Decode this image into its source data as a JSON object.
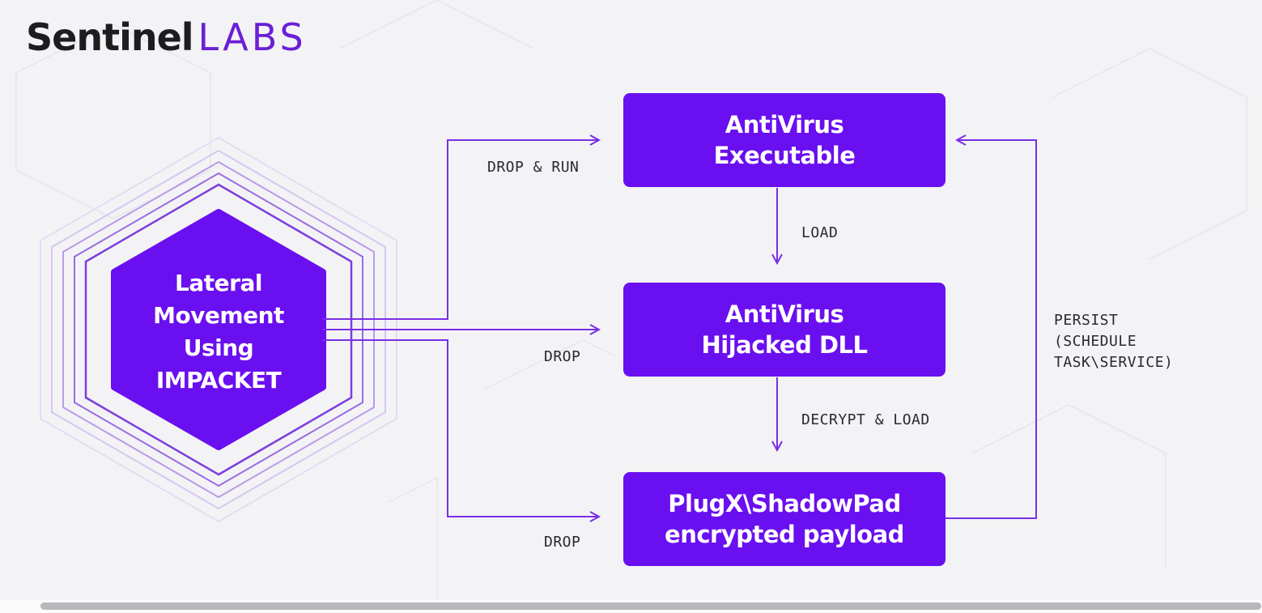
{
  "brand": {
    "part1": "Sentinel",
    "part2": "LABS"
  },
  "hexagon": {
    "lines": [
      "Lateral",
      "Movement",
      "Using",
      "IMPACKET"
    ]
  },
  "boxes": {
    "antivirus_exe": {
      "line1": "AntiVirus",
      "line2": "Executable"
    },
    "hijacked_dll": {
      "line1": "AntiVirus",
      "line2": "Hijacked DLL"
    },
    "payload": {
      "line1": "PlugX\\ShadowPad",
      "line2": "encrypted payload"
    }
  },
  "labels": {
    "drop_run": "DROP & RUN",
    "drop1": "DROP",
    "drop2": "DROP",
    "load": "LOAD",
    "decrypt_load": "DECRYPT & LOAD",
    "persist": [
      "PERSIST",
      "(SCHEDULE",
      "TASK\\SERVICE)"
    ]
  },
  "colors": {
    "accent": "#6a0ff0",
    "line": "#7a2ee6",
    "text": "#2a2a2e"
  }
}
